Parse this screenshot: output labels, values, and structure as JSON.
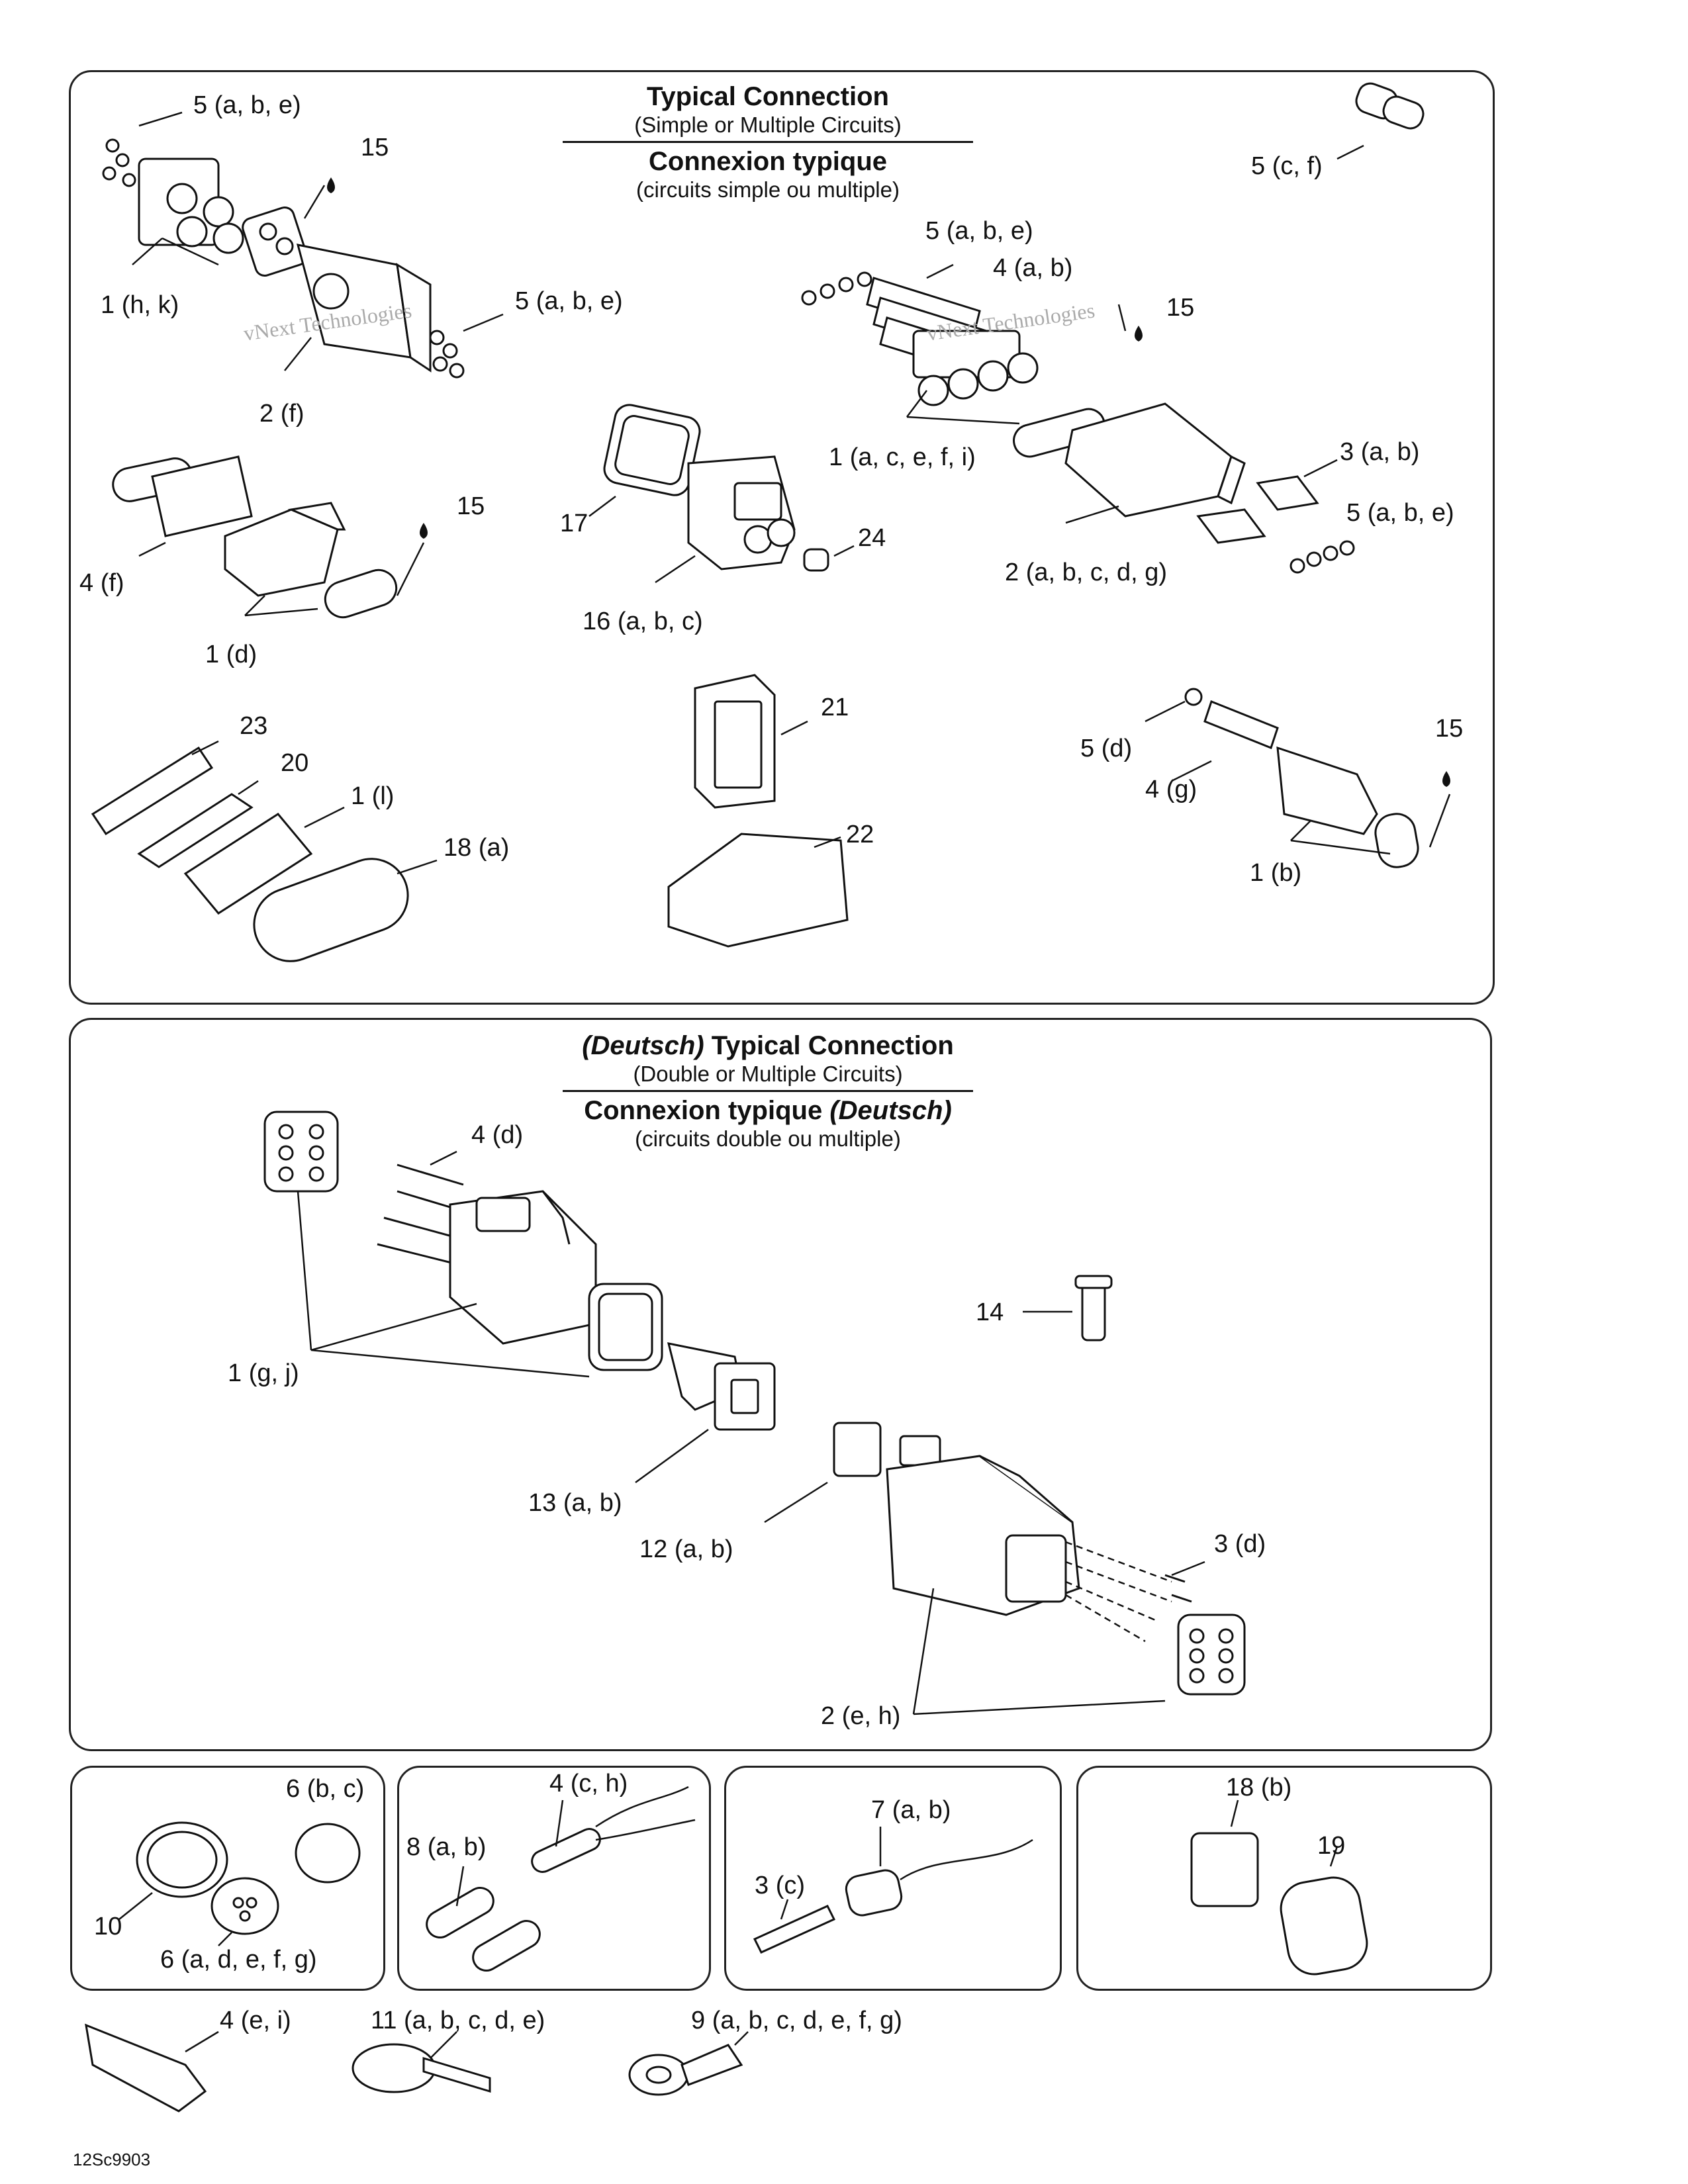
{
  "panels": {
    "typical": {
      "title_en": "Typical Connection",
      "subtitle_en": "(Simple or Multiple Circuits)",
      "title_fr": "Connexion typique",
      "subtitle_fr": "(circuits simple ou multiple)"
    },
    "deutsch": {
      "title_en_prefix": "(Deutsch)",
      "title_en": "Typical Connection",
      "subtitle_en": "(Double or Multiple Circuits)",
      "title_fr": "Connexion typique",
      "title_fr_suffix": "(Deutsch)",
      "subtitle_fr": "(circuits double ou multiple)"
    }
  },
  "callouts": {
    "c5abe_top": "5 (a, b, e)",
    "c15_a": "15",
    "c1hk": "1 (h, k)",
    "c5abe_mid": "5 (a, b, e)",
    "c2f": "2 (f)",
    "c5cf": "5 (c, f)",
    "c5abe_r": "5 (a, b, e)",
    "c4ab": "4 (a, b)",
    "c15_b": "15",
    "c1acefi": "1 (a, c, e, f, i)",
    "c3ab": "3 (a, b)",
    "c5abe_r2": "5 (a, b, e)",
    "c2abcdg": "2 (a, b, c, d, g)",
    "c4f": "4 (f)",
    "c15_c": "15",
    "c1d": "1 (d)",
    "c17": "17",
    "c16abc": "16 (a, b, c)",
    "c24": "24",
    "c23": "23",
    "c20": "20",
    "c1l": "1 (l)",
    "c18a": "18 (a)",
    "c21": "21",
    "c22": "22",
    "c5d": "5 (d)",
    "c4g": "4 (g)",
    "c15_d": "15",
    "c1b": "1 (b)",
    "c4d": "4 (d)",
    "c1gj": "1 (g, j)",
    "c14": "14",
    "c13ab": "13 (a, b)",
    "c12ab": "12 (a, b)",
    "c3d": "3 (d)",
    "c2eh": "2 (e, h)",
    "c6bc": "6 (b, c)",
    "c10": "10",
    "c6adefg": "6 (a, d, e, f, g)",
    "c4ch": "4 (c, h)",
    "c8ab": "8 (a, b)",
    "c7ab": "7 (a, b)",
    "c3c": "3 (c)",
    "c18b": "18 (b)",
    "c19": "19",
    "c4ei": "4 (e, i)",
    "c11abcde": "11 (a, b, c, d, e)",
    "c9abcdefg": "9 (a, b, c, d, e, f, g)"
  },
  "watermark": {
    "line1": "vNext Technologies",
    "line2": "vNext Technologies"
  },
  "figure_code": "12Sc9903"
}
